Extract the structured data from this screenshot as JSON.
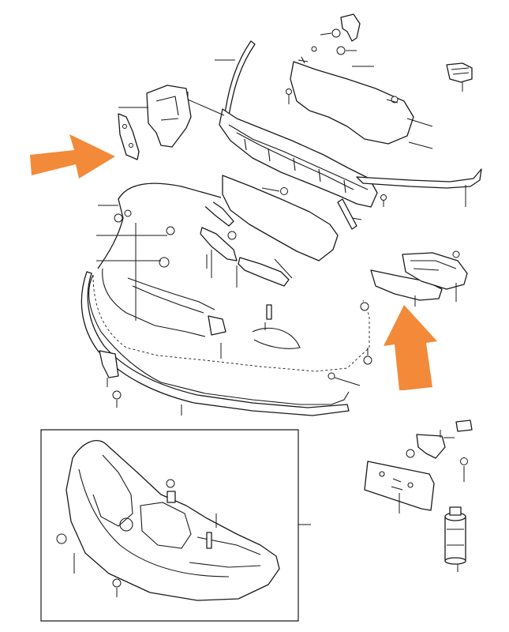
{
  "diagram": {
    "type": "exploded-parts-diagram",
    "text_labels": [],
    "colors": {
      "line": "#1a1a1a",
      "background": "#ffffff",
      "highlight_arrow": "#f28a3a",
      "mesh_fill": "#cfcfcf"
    },
    "parts": [
      "bumper-cover",
      "bumper-lower-lip",
      "bumper-reinforcement-beam",
      "upper-radiator-grille-mesh",
      "center-grille-mesh",
      "left-lower-grille-mesh",
      "left-inner-grille-mesh",
      "right-fog-lamp-grille",
      "right-fog-lamp-bracket",
      "left-mounting-bracket",
      "upper-trim-strip",
      "right-trim-strip",
      "license-plate-bracket",
      "touch-up-paint-can",
      "assembled-bumper-inset"
    ],
    "highlight_arrows": [
      {
        "points_to": "left-mounting-bracket"
      },
      {
        "points_to": "right-fog-lamp-grille"
      }
    ]
  }
}
